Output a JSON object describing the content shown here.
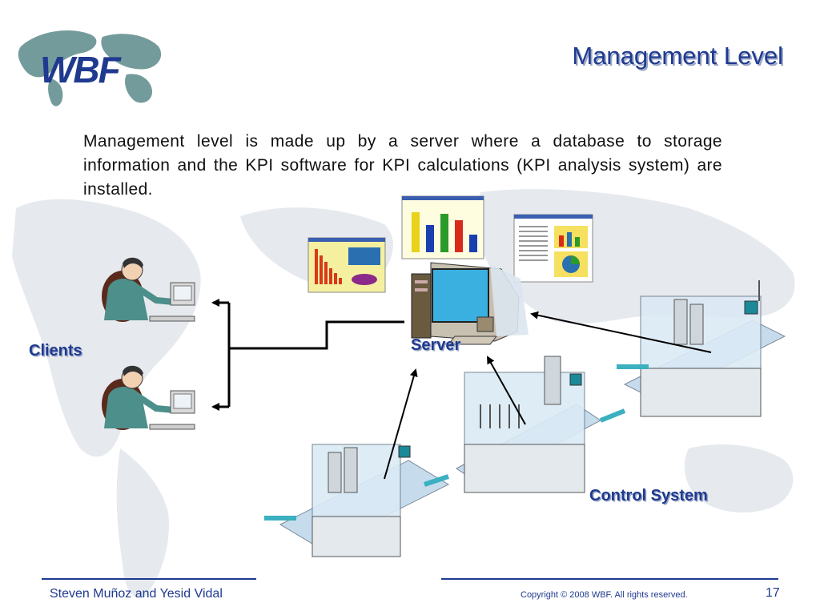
{
  "slide": {
    "title": "Management Level",
    "body": "Management level is made up by a server where a database to storage information and the KPI software for KPI calculations (KPI analysis system) are installed.",
    "logo_text": "WBF"
  },
  "diagram": {
    "clients_label": "Clients",
    "server_label": "Server",
    "control_label": "Control System"
  },
  "footer": {
    "authors": "Steven Muñoz and Yesid Vidal",
    "copyright": "Copyright © 2008 WBF. All rights reserved.",
    "page_number": "17"
  },
  "colors": {
    "accent": "#1f3a8f",
    "map": "#e6e9ee"
  }
}
